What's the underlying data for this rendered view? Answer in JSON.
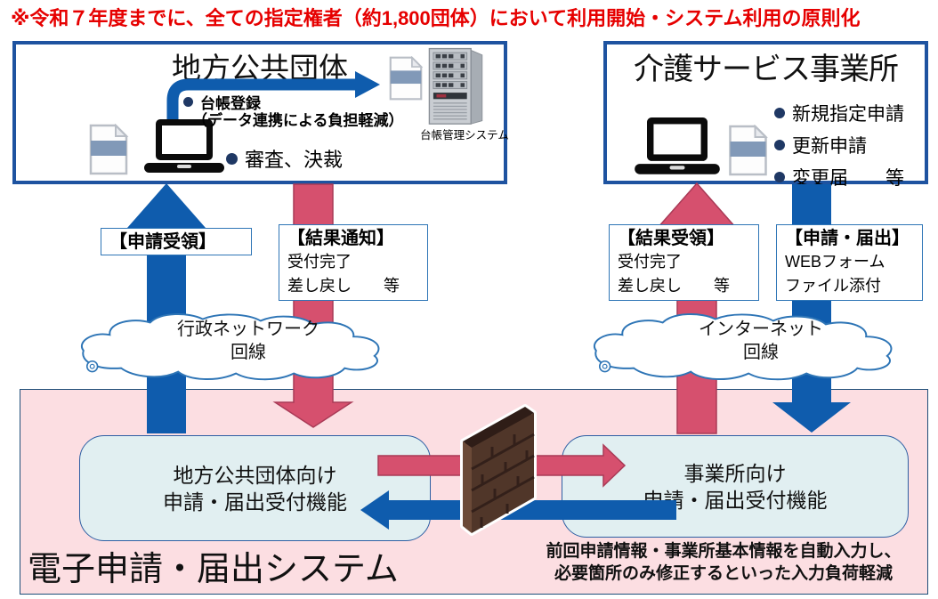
{
  "colors": {
    "arrow_blue": "#0f5cad",
    "arrow_red": "#d6506e",
    "box_border_blue": "#1e53a0",
    "label_border_blue": "#2e75b6",
    "system_bg_pink": "#fcdee2",
    "function_bg_azure": "#e1eff1",
    "bullet_navy": "#1f3864",
    "headline_red": "#e60000",
    "firewall_brown": "#503629"
  },
  "headline": "※令和７年度までに、全ての指定権者（約1,800団体）において利用開始・システム利用の原則化",
  "municipality_box": {
    "title": "地方公共団体",
    "bullet1": "台帳登録",
    "bullet1_sub": "（データ連携による負担軽減）",
    "bullet2": "審査、決裁",
    "server_label": "台帳管理システム"
  },
  "provider_box": {
    "title": "介護サービス事業所",
    "bullets": [
      "新規指定申請",
      "更新申請",
      "変更届　　等"
    ]
  },
  "labels": {
    "left_up": {
      "title": "【申請受領】"
    },
    "left_down": {
      "title": "【結果通知】",
      "lines": [
        "受付完了",
        "差し戻し　　等"
      ]
    },
    "right_up": {
      "title": "【結果受領】",
      "lines": [
        "受付完了",
        "差し戻し　　等"
      ]
    },
    "right_down": {
      "title": "【申請・届出】",
      "lines": [
        "WEBフォーム",
        "ファイル添付"
      ]
    }
  },
  "clouds": {
    "left": {
      "line1": "行政ネットワーク",
      "line2": "回線"
    },
    "right": {
      "line1": "インターネット",
      "line2": "回線"
    }
  },
  "system_box": {
    "title": "電子申請・届出システム",
    "left_function": {
      "line1": "地方公共団体向け",
      "line2": "申請・届出受付機能"
    },
    "right_function": {
      "line1": "事業所向け",
      "line2": "申請・届出受付機能"
    },
    "note_line1": "前回申請情報・事業所基本情報を自動入力し、",
    "note_line2": "必要箇所のみ修正するといった入力負荷軽減"
  },
  "icons": [
    "document-icon",
    "laptop-icon",
    "server-icon",
    "cloud-shape",
    "firewall-icon",
    "arrow"
  ]
}
